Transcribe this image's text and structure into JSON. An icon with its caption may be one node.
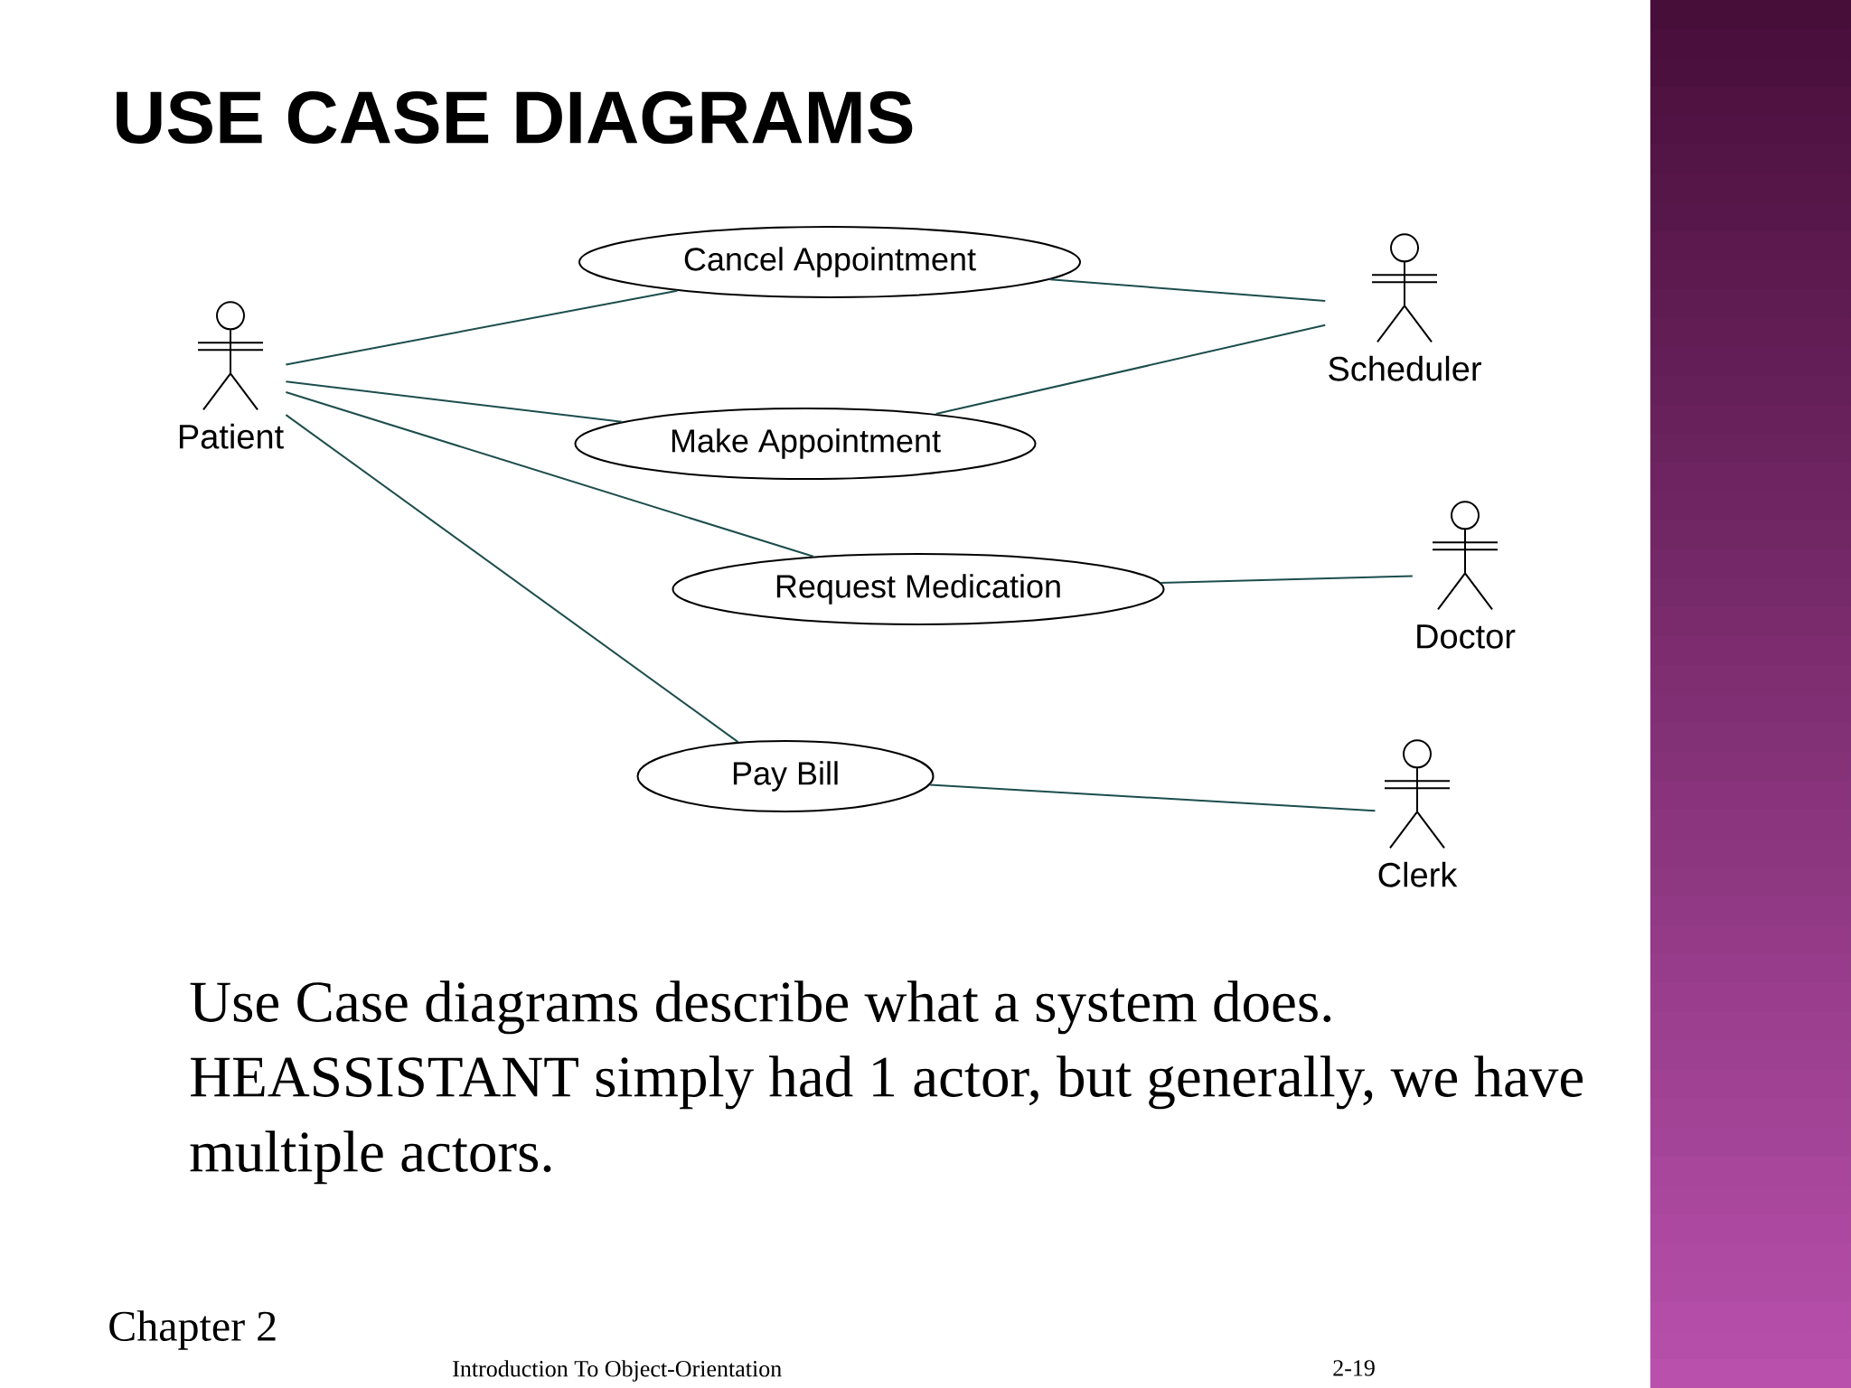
{
  "diagram": {
    "title": "USE CASE DIAGRAMS",
    "nodes": [
      {
        "text": [
          "Cancel Appointment"
        ]
      },
      {
        "text": [
          "Scheduler"
        ]
      },
      {
        "text": [
          "Patient"
        ]
      },
      {
        "text": [
          "Make Appointment"
        ]
      },
      {
        "text": [
          "Request Medication"
        ]
      },
      {
        "text": [
          "Doctor"
        ]
      },
      {
        "text": [
          "Pay Bill"
        ]
      },
      {
        "text": [
          "Clerk"
        ]
      }
    ],
    "edges": [
      {
        "from": 2,
        "to": 0,
        "arrow": "none"
      },
      {
        "from": 0,
        "to": 1,
        "arrow": "none"
      },
      {
        "from": 2,
        "to": 3,
        "arrow": "none"
      },
      {
        "from": 3,
        "to": 1,
        "arrow": "none"
      },
      {
        "from": 2,
        "to": 4,
        "arrow": "none"
      },
      {
        "from": 4,
        "to": 5,
        "arrow": "none"
      },
      {
        "from": 2,
        "to": 6,
        "arrow": "none"
      },
      {
        "from": 6,
        "to": 7,
        "arrow": "none"
      }
    ],
    "labels": [
      "Use Case diagrams describe what a system does. HEASSISTANT simply had 1 actor, but generally, we have multiple actors.",
      "Chapter 2",
      "Introduction To Object-Orientation",
      "2-19"
    ]
  }
}
